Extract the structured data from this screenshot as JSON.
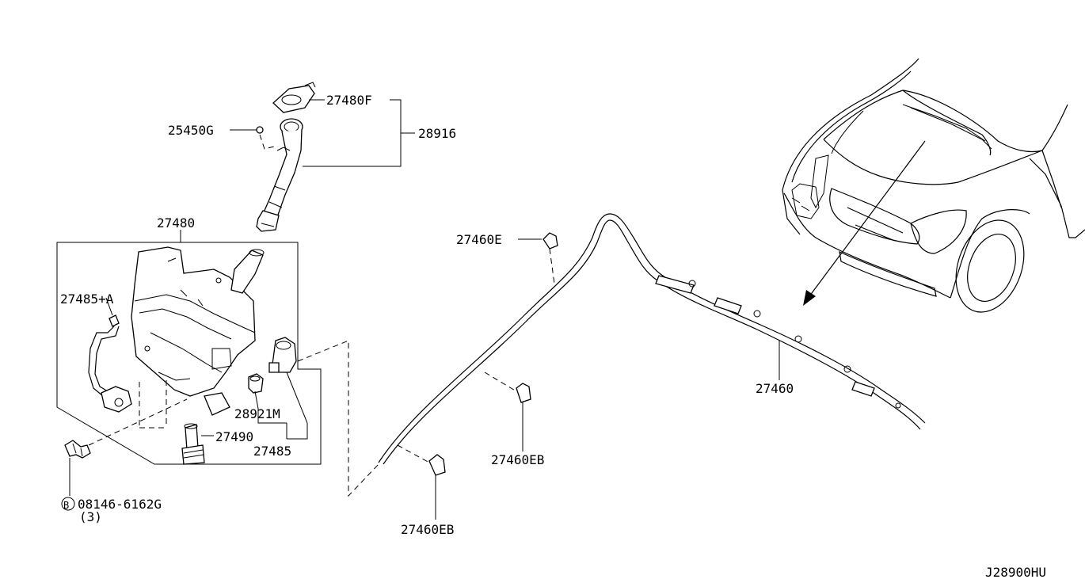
{
  "labels": {
    "p27480F": "27480F",
    "p28916": "28916",
    "p25450G": "25450G",
    "p27480": "27480",
    "p27485A": "27485+A",
    "p28921M": "28921M",
    "p27490": "27490",
    "p27485": "27485",
    "bolt_code": "08146-6162G",
    "bolt_qty": "(3)",
    "bolt_mark": "B",
    "p27460E": "27460E",
    "p27460EB_mid": "27460EB",
    "p27460EB_bottom": "27460EB",
    "p27460": "27460",
    "diagram_code": "J28900HU"
  }
}
